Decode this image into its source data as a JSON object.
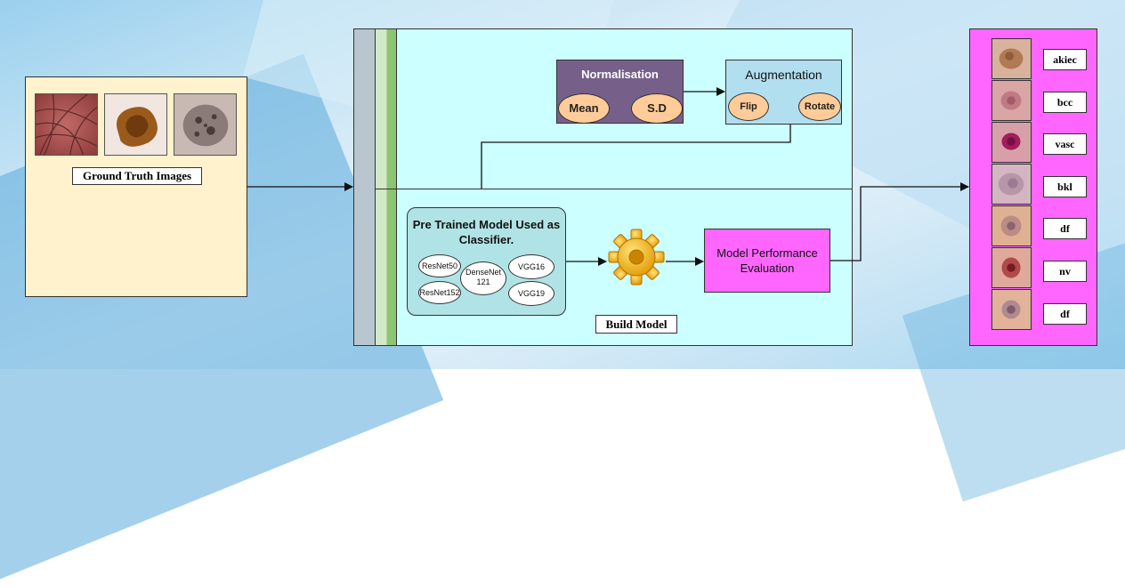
{
  "ground_truth": {
    "label": "Ground Truth Images",
    "images": [
      "hairy-lesion-image",
      "brown-mole-image",
      "pigmented-lesion-image"
    ]
  },
  "preprocessing": {
    "normalisation": {
      "title": "Normalisation",
      "items": [
        "Mean",
        "S.D"
      ]
    },
    "augmentation": {
      "title": "Augmentation",
      "items": [
        "Flip",
        "Rotate"
      ]
    }
  },
  "classifier": {
    "title": "Pre Trained Model Used as Classifier.",
    "models": [
      "ResNet50",
      "ResNet152",
      "DenseNet 121",
      "VGG16",
      "VGG19"
    ]
  },
  "build_label": "Build Model",
  "evaluation": "Model Performance Evaluation",
  "output_classes": [
    "akiec",
    "bcc",
    "vasc",
    "bkl",
    "df",
    "nv",
    "df"
  ],
  "colors": {
    "ground_truth_bg": "#fff2cc",
    "pipeline_bg": "#ccffff",
    "normalisation": "#76608a",
    "oval": "#ffcc99",
    "augmentation": "#b1dff0",
    "classifier_bg": "#b0e3e6",
    "evaluation": "#ff66ff",
    "output_bg": "#ff66ff"
  }
}
